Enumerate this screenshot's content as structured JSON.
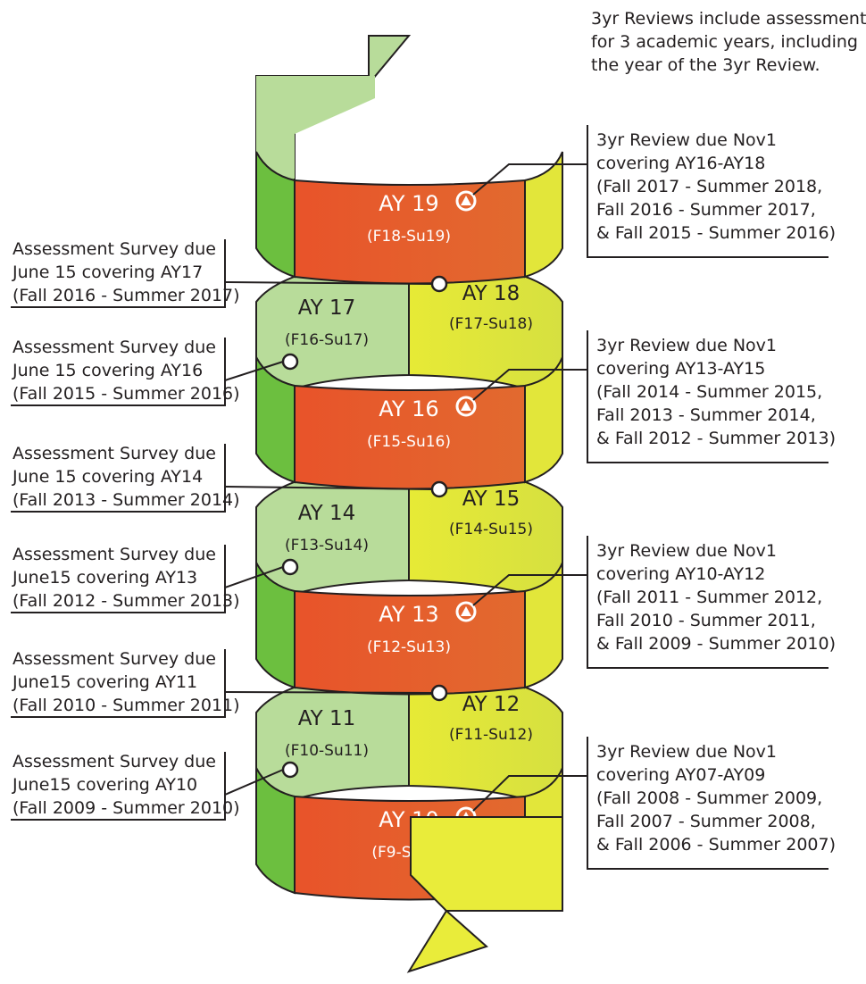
{
  "note": [
    "3yr Reviews include assessment",
    "for 3 academic years, including",
    "the year of the 3yr Review."
  ],
  "colors": {
    "red": "#e85a2e",
    "green": "#b8dc9a",
    "green_dark": "#6cbf3f",
    "yellow": "#e9ec3a",
    "line": "#231f20"
  },
  "review_bands": [
    {
      "ay": "AY 19",
      "range": "(F18-Su19)"
    },
    {
      "ay": "AY 16",
      "range": "(F15-Su16)"
    },
    {
      "ay": "AY 13",
      "range": "(F12-Su13)"
    },
    {
      "ay": "AY 10",
      "range": "(F9-Su10)"
    }
  ],
  "left_bands": [
    {
      "ay": "AY 17",
      "range": "(F16-Su17)"
    },
    {
      "ay": "AY 14",
      "range": "(F13-Su14)"
    },
    {
      "ay": "AY 11",
      "range": "(F10-Su11)"
    }
  ],
  "right_bands": [
    {
      "ay": "AY 18",
      "range": "(F17-Su18)"
    },
    {
      "ay": "AY 15",
      "range": "(F14-Su15)"
    },
    {
      "ay": "AY 12",
      "range": "(F11-Su12)"
    }
  ],
  "reviews": [
    {
      "lines": [
        "3yr Review due Nov1",
        "covering AY16-AY18",
        "(Fall 2017 - Summer 2018,",
        "Fall 2016 - Summer 2017,",
        "& Fall 2015 - Summer 2016)"
      ]
    },
    {
      "lines": [
        "3yr Review due Nov1",
        "covering AY13-AY15",
        "(Fall 2014 - Summer 2015,",
        "Fall 2013 - Summer 2014,",
        "& Fall 2012 - Summer 2013)"
      ]
    },
    {
      "lines": [
        "3yr Review due Nov1",
        "covering AY10-AY12",
        "(Fall 2011 - Summer 2012,",
        "Fall 2010 - Summer 2011,",
        "& Fall 2009 - Summer 2010)"
      ]
    },
    {
      "lines": [
        "3yr Review due Nov1",
        "covering AY07-AY09",
        "(Fall 2008 - Summer 2009,",
        "Fall 2007 - Summer 2008,",
        "& Fall 2006 - Summer 2007)"
      ]
    }
  ],
  "surveys": [
    {
      "lines": [
        "Assessment Survey due",
        "June 15 covering AY17",
        "(Fall 2016 - Summer 2017)"
      ]
    },
    {
      "lines": [
        "Assessment Survey due",
        "June 15 covering AY16",
        "(Fall 2015 - Summer 2016)"
      ]
    },
    {
      "lines": [
        "Assessment Survey due",
        "June 15 covering AY14",
        "(Fall 2013 - Summer 2014)"
      ]
    },
    {
      "lines": [
        "Assessment Survey due",
        "June15 covering AY13",
        "(Fall 2012 - Summer 2013)"
      ]
    },
    {
      "lines": [
        "Assessment Survey due",
        "June15 covering AY11",
        "(Fall 2010 - Summer 2011)"
      ]
    },
    {
      "lines": [
        "Assessment Survey due",
        "June15 covering AY10",
        "(Fall 2009 - Summer 2010)"
      ]
    }
  ]
}
